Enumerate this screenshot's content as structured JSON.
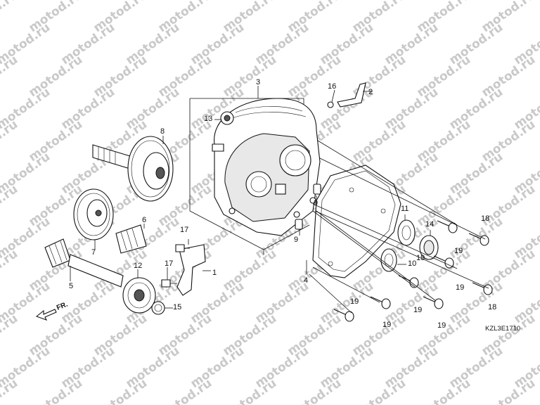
{
  "watermark": "motod.ru",
  "diagram_code": "KZL3E1710",
  "front_indicator": "FR.",
  "callouts": [
    "1",
    "2",
    "3",
    "4",
    "5",
    "6",
    "7",
    "8",
    "9",
    "9",
    "10",
    "11",
    "12",
    "13",
    "14",
    "15",
    "16",
    "17",
    "17",
    "18",
    "18",
    "19",
    "19",
    "19",
    "19",
    "19",
    "19",
    "19"
  ]
}
